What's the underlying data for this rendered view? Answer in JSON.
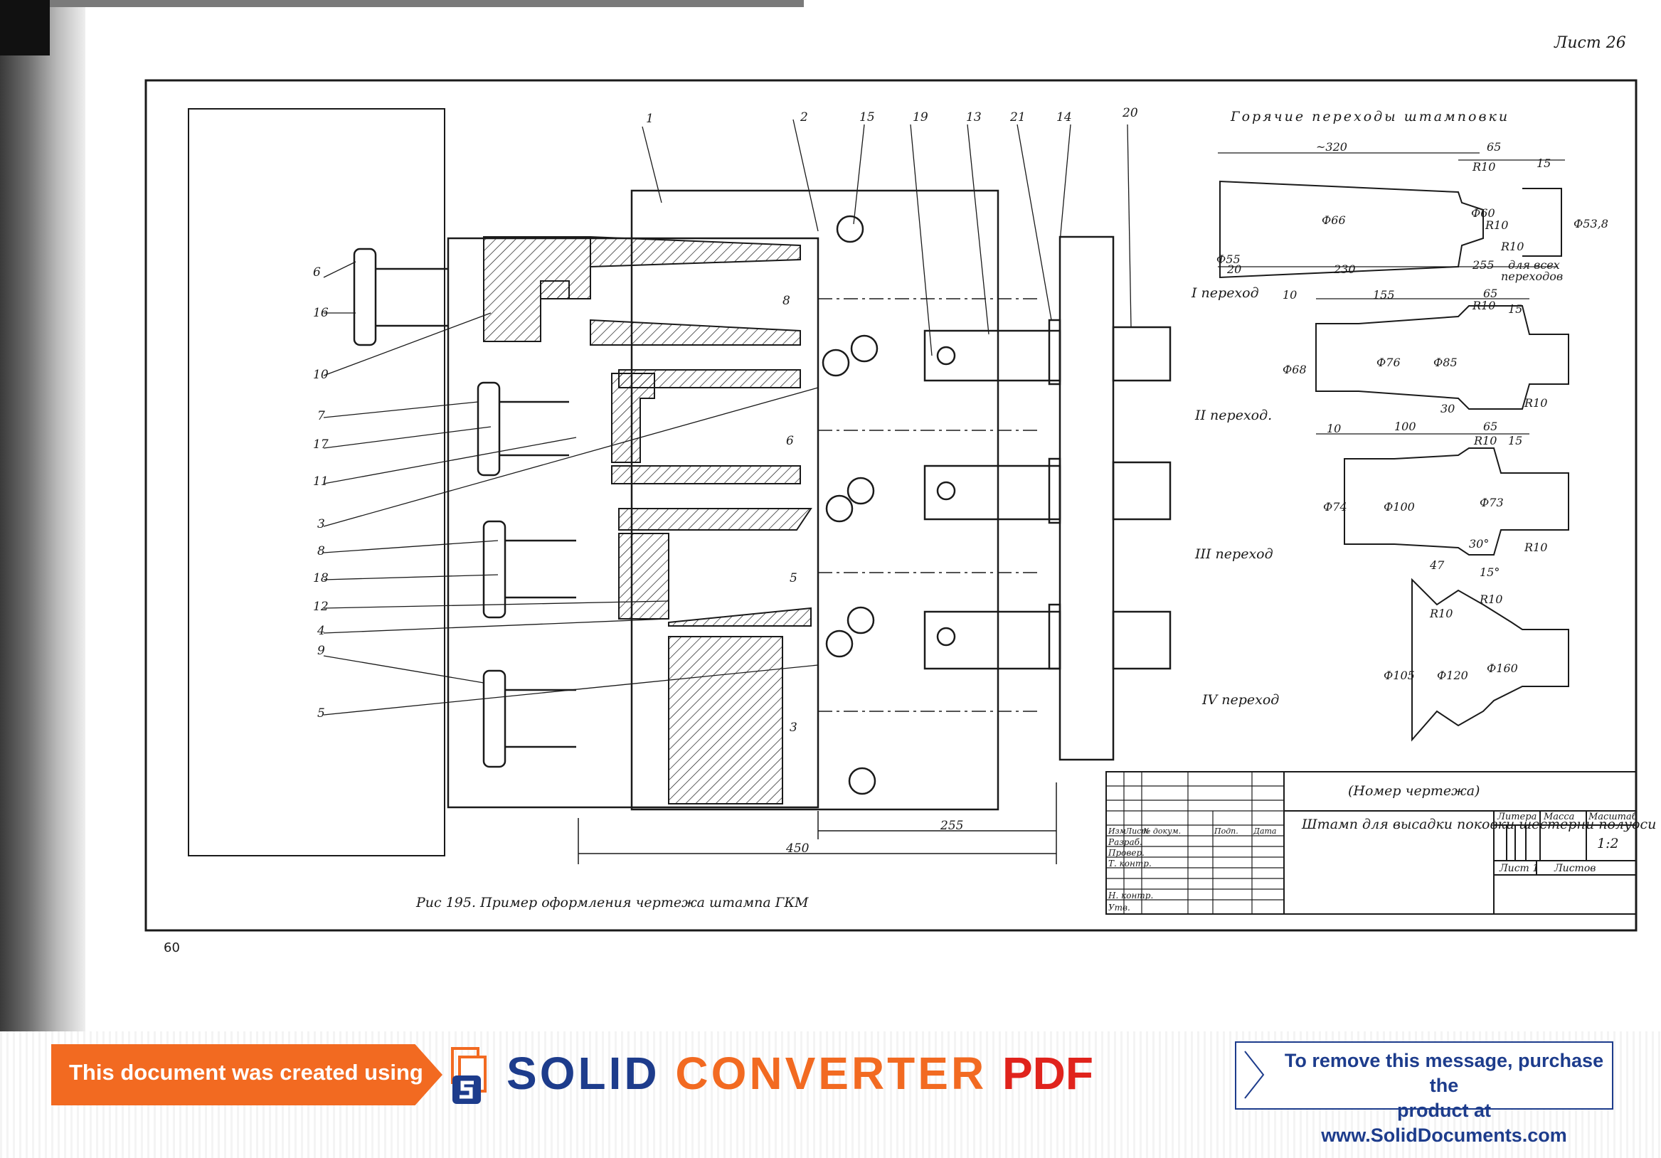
{
  "sheet_label": "Лист 26",
  "page_number": "60",
  "caption": "Рис 195. Пример оформления чертежа штампа ГКМ",
  "hot_transitions_title": "Горячие переходы штамповки",
  "transitions": [
    {
      "label": "I переход"
    },
    {
      "label": "II переход."
    },
    {
      "label": "III переход"
    },
    {
      "label": "IV переход"
    }
  ],
  "part_labels": [
    "6",
    "16",
    "10",
    "7",
    "17",
    "11",
    "3",
    "8",
    "18",
    "12",
    "4",
    "9",
    "5",
    "1",
    "2",
    "15",
    "19",
    "13",
    "21",
    "14",
    "20"
  ],
  "inner_labels": [
    "8",
    "6",
    "5",
    "3"
  ],
  "dimensions": {
    "overall_length": "450",
    "partial_length": "255",
    "blank": [
      "~320",
      "65",
      "15",
      "R10",
      "Ф55",
      "20",
      "230",
      "255",
      "для всех",
      "переходов",
      "Ф66",
      "Ф60",
      "R10",
      "R10",
      "Ф53,8"
    ],
    "t1": [
      "10",
      "155",
      "65",
      "R10",
      "15",
      "Ф68",
      "Ф76",
      "Ф85",
      "30",
      "R10"
    ],
    "t2": [
      "10",
      "100",
      "65",
      "R10",
      "15",
      "Ф74",
      "Ф100",
      "Ф73",
      "30°",
      "R10"
    ],
    "t3": [
      "47",
      "15°",
      "R10",
      "R10",
      "Ф105",
      "Ф120",
      "Ф160"
    ]
  },
  "title_block": {
    "drawing_number": "(Номер чертежа)",
    "title": "Штамп для высадки поковки шестерни полуоси",
    "headers": [
      "Изм",
      "Лист",
      "№ докум.",
      "Подп.",
      "Дата"
    ],
    "rows": [
      "Разраб.",
      "Провер.",
      "Т. контр.",
      "Н. контр.",
      "Утв."
    ],
    "litera": "Литера",
    "mass": "Масса",
    "scale_label": "Масштаб",
    "scale": "1:2",
    "sheet": "Лист 1",
    "sheets": "Листов"
  },
  "banner": {
    "left_text": "This document was created using",
    "brand_solid": "SOLID",
    "brand_converter": "CONVERTER",
    "brand_pdf": "PDF",
    "right_text_1": "To remove this message, purchase the",
    "right_text_2": "product at www.SolidDocuments.com",
    "colors": {
      "orange": "#f26a21",
      "blue": "#1d3c8c",
      "red": "#e0231c"
    }
  }
}
